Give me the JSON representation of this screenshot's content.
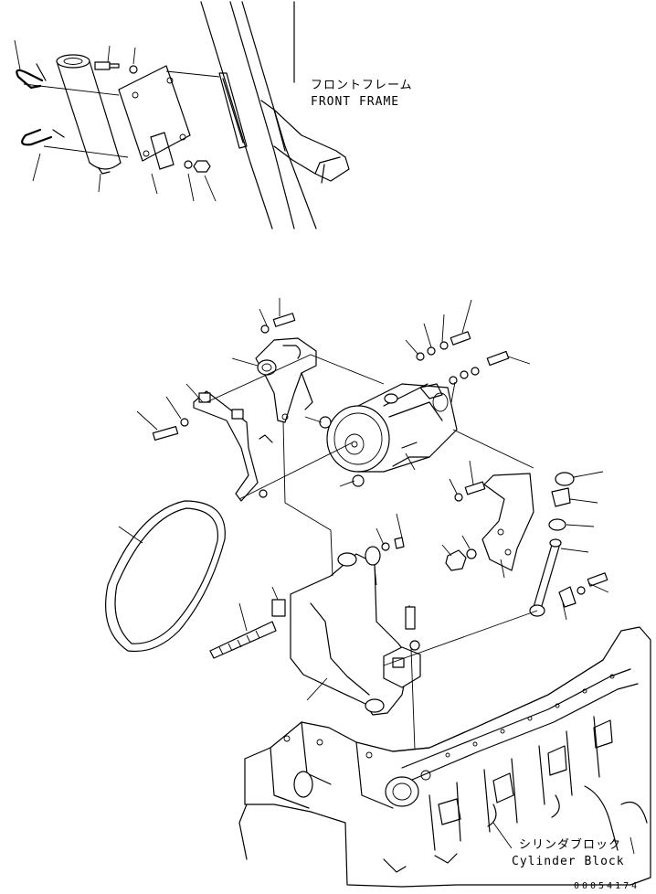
{
  "labels": {
    "front_frame_jp": "フロントフレーム",
    "front_frame_en": "FRONT FRAME",
    "cylinder_block_jp": "シリンダブロック",
    "cylinder_block_en": "Cylinder Block",
    "drawing_number": "00054174"
  }
}
